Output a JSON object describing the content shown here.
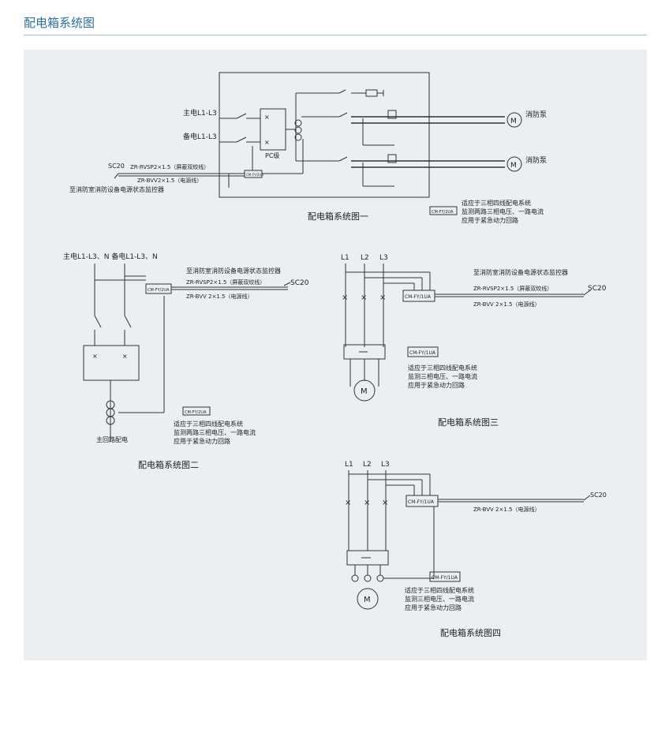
{
  "page": {
    "title": "配电箱系统图"
  },
  "diagrams": {
    "d1": {
      "caption": "配电箱系统图一",
      "main_power": "主电L1-L3",
      "backup_power": "备电L1-L3",
      "pc_label": "PC级",
      "sc": "SC20",
      "cable1": "ZR-RVSP2×1.5（屏蔽双绞线）",
      "cable2": "ZR-BVV2×1.5（电源线）",
      "to_monitor": "至消防室消防设备电源状态监控器",
      "module": "CM-FY/2UA",
      "pump1": "消防泵",
      "pump2": "消防泵",
      "legend_module": "CM-FY/2UA",
      "note": [
        "适应于三相四线配电系统",
        "监测两路三相电压、一路电流",
        "应用于紧急动力回路"
      ]
    },
    "d2": {
      "caption": "配电箱系统图二",
      "power": "主电L1-L3、N  备电L1-L3、N",
      "to_monitor": "至消防室消防设备电源状态监控器",
      "module": "CM-FY/2UA",
      "cable1": "ZR-RVSP2×1.5（屏蔽双绞线）",
      "cable2": "ZR-BVV 2×1.5（电源线）",
      "sc": "SC20",
      "main_circuit": "主回路配电",
      "legend_module": "CM-FY/2UA",
      "note": [
        "适应于三相四线配电系统",
        "监测两路三相电压、一路电流",
        "应用于紧急动力回路"
      ]
    },
    "d3": {
      "caption": "配电箱系统图三",
      "phases": [
        "L1",
        "L2",
        "L3"
      ],
      "to_monitor": "至消防室消防设备电源状态监控器",
      "module": "CM-FY/1UA",
      "cable1": "ZR-RVSP2×1.5（屏蔽双绞线）",
      "cable2": "ZR-BVV 2×1.5（电源线）",
      "sc": "SC20",
      "motor": "M",
      "legend_module": "CM-FY/1UA",
      "note": [
        "适应于三相四线配电系统",
        "监测三相电压、一路电流",
        "应用于紧急动力回路"
      ]
    },
    "d4": {
      "caption": "配电箱系统图四",
      "phases": [
        "L1",
        "L2",
        "L3"
      ],
      "module": "CM-FY/1UA",
      "cable2": "ZR-BVV 2×1.5（电源线）",
      "sc": "SC20",
      "motor": "M",
      "legend_module": "CM-FY/1UA",
      "note": [
        "适应于三相四线配电系统",
        "监测三相电压、一路电流",
        "应用于紧急动力回路"
      ]
    }
  }
}
